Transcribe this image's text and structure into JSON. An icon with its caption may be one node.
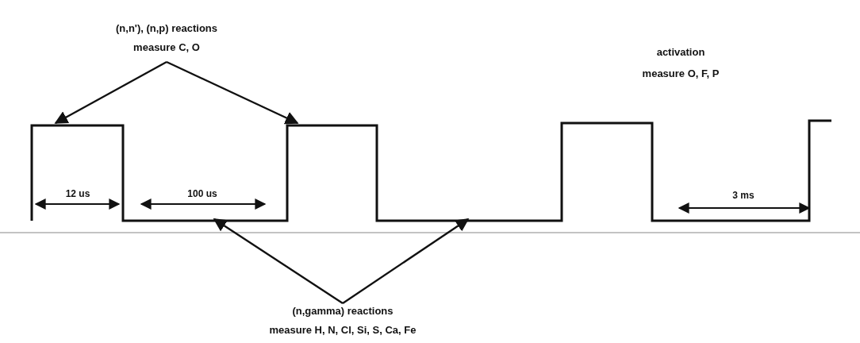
{
  "diagram": {
    "nodes": [
      {
        "text": [
          "(n,n'), (n,p) reactions",
          "measure C, O"
        ]
      },
      {
        "text": [
          "(n,gamma) reactions",
          "measure H, N, Cl, Si, S, Ca, Fe"
        ]
      }
    ],
    "edges": [
      {
        "from": 0,
        "to": null,
        "arrow": "to"
      },
      {
        "from": 0,
        "to": null,
        "arrow": "to"
      },
      {
        "from": 1,
        "to": null,
        "arrow": "to"
      },
      {
        "from": 1,
        "to": null,
        "arrow": "to"
      }
    ],
    "labels": [
      "activation",
      "measure O, F, P",
      "12 us",
      "100 us",
      "3 ms"
    ]
  }
}
